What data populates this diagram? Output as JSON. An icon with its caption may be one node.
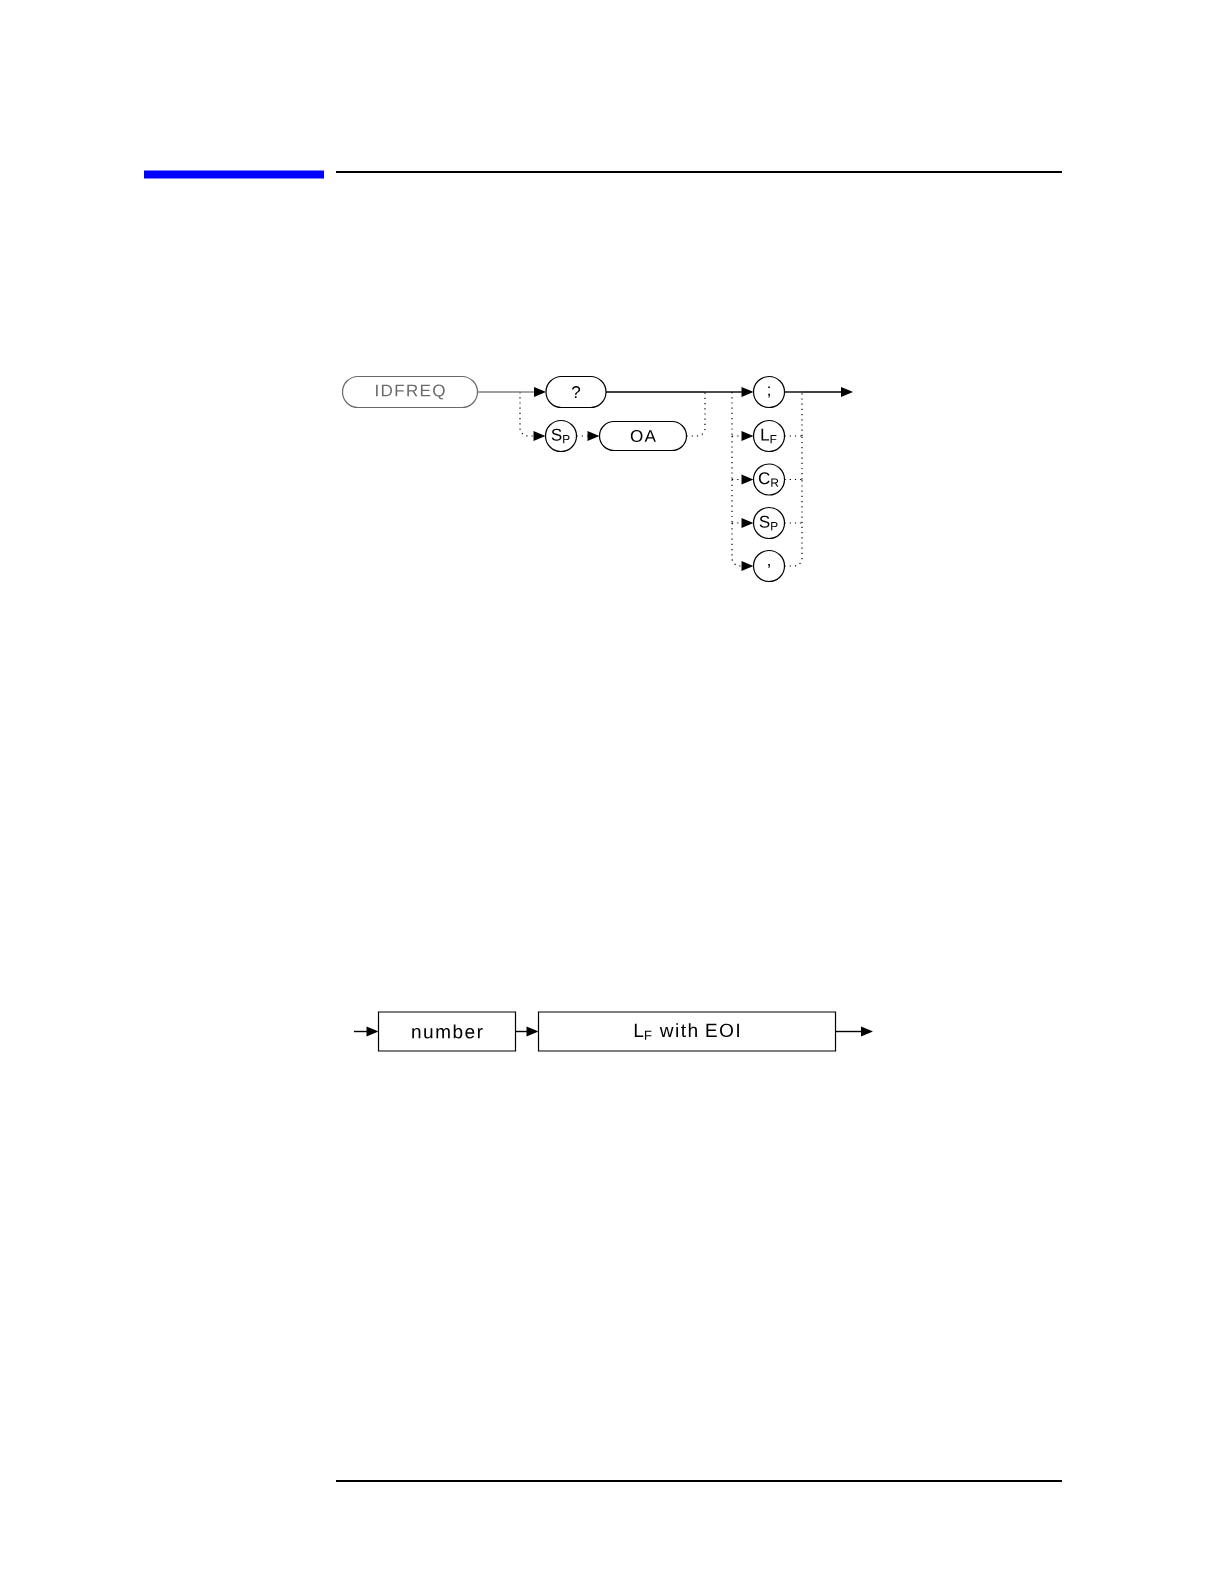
{
  "diagram": {
    "nodes": [
      {
        "text": [
          "IDFREQ"
        ]
      },
      {
        "text": [
          "?"
        ]
      },
      {
        "text": [
          "S$_{P}$"
        ]
      },
      {
        "text": [
          "OA"
        ]
      },
      {
        "text": [
          ";"
        ]
      },
      {
        "text": [
          "L$_{F}$"
        ]
      },
      {
        "text": [
          "C$_{R}$"
        ]
      },
      {
        "text": [
          "S$_{P}$"
        ]
      },
      {
        "text": [
          ","
        ]
      },
      {
        "text": [
          "number"
        ]
      },
      {
        "text": [
          "L$_{F}$ with EOI"
        ]
      }
    ],
    "edges": [
      {
        "from": 0,
        "to": 1,
        "arrow": "to",
        "color": "#808080"
      },
      {
        "from": 0,
        "to": 2,
        "arrow": "to",
        "style": "dashed"
      },
      {
        "from": 2,
        "to": 3,
        "arrow": "to",
        "style": "dashed"
      },
      {
        "from": 1,
        "to": 4,
        "arrow": "to"
      },
      {
        "from": 3,
        "to": 4,
        "arrow": "to",
        "style": "dashed"
      },
      {
        "from": 1,
        "to": 5,
        "arrow": "to"
      },
      {
        "from": 1,
        "to": 6,
        "arrow": "to"
      },
      {
        "from": 1,
        "to": 7,
        "arrow": "to"
      },
      {
        "from": 1,
        "to": 8,
        "arrow": "to"
      },
      {
        "from": 3,
        "to": 5,
        "arrow": "to",
        "style": "dashed"
      },
      {
        "from": 3,
        "to": 6,
        "arrow": "to",
        "style": "dashed"
      },
      {
        "from": 3,
        "to": 7,
        "arrow": "to",
        "style": "dashed"
      },
      {
        "from": 3,
        "to": 8,
        "arrow": "to",
        "style": "dashed"
      },
      {
        "from": 4,
        "to": null,
        "arrow": "to"
      },
      {
        "from": 5,
        "to": null,
        "arrow": "to",
        "style": "dashed"
      },
      {
        "from": 6,
        "to": null,
        "arrow": "to",
        "style": "dashed"
      },
      {
        "from": 7,
        "to": null,
        "arrow": "to",
        "style": "dashed"
      },
      {
        "from": 8,
        "to": null,
        "arrow": "to",
        "style": "dashed"
      },
      {
        "from": null,
        "to": 9,
        "arrow": "to"
      },
      {
        "from": 9,
        "to": 10,
        "arrow": "to"
      },
      {
        "from": 10,
        "to": null,
        "arrow": "to"
      }
    ]
  }
}
